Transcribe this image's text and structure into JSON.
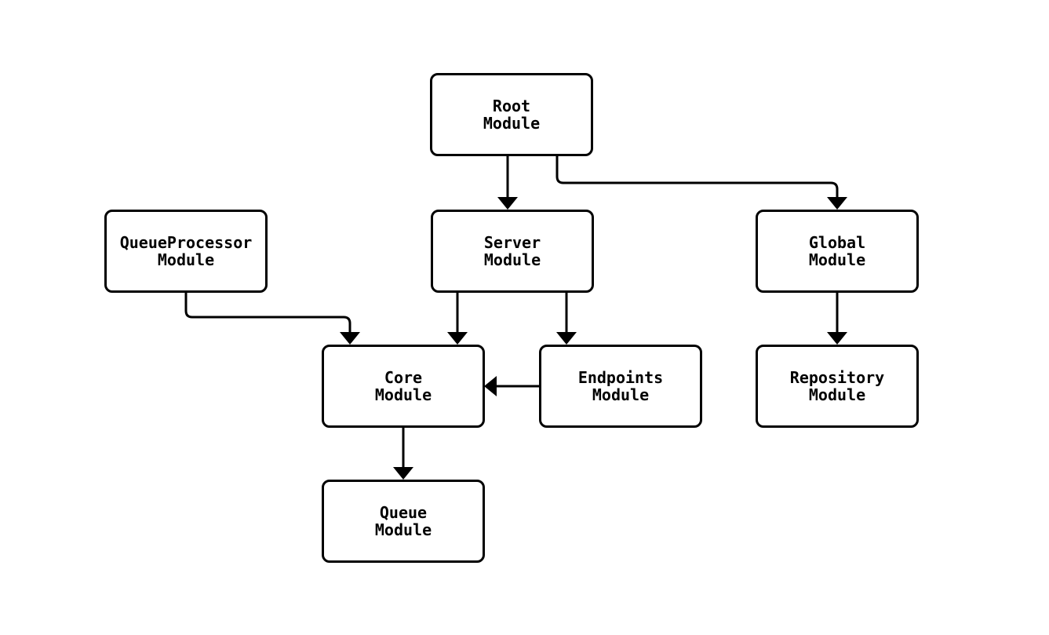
{
  "diagram": {
    "type": "module-dependency-flowchart",
    "nodes": [
      {
        "id": "root",
        "label": "Root\nModule"
      },
      {
        "id": "queueprocessor",
        "label": "QueueProcessor\nModule"
      },
      {
        "id": "server",
        "label": "Server\nModule"
      },
      {
        "id": "global",
        "label": "Global\nModule"
      },
      {
        "id": "core",
        "label": "Core\nModule"
      },
      {
        "id": "endpoints",
        "label": "Endpoints\nModule"
      },
      {
        "id": "repository",
        "label": "Repository\nModule"
      },
      {
        "id": "queue",
        "label": "Queue\nModule"
      }
    ],
    "edges": [
      {
        "from": "root",
        "to": "server"
      },
      {
        "from": "root",
        "to": "global"
      },
      {
        "from": "queueprocessor",
        "to": "core"
      },
      {
        "from": "server",
        "to": "core"
      },
      {
        "from": "server",
        "to": "endpoints"
      },
      {
        "from": "endpoints",
        "to": "core"
      },
      {
        "from": "global",
        "to": "repository"
      },
      {
        "from": "core",
        "to": "queue"
      }
    ],
    "colors": {
      "node_border": "#000000",
      "node_fill": "#ffffff",
      "edge": "#000000",
      "text": "#000000",
      "background": "#ffffff"
    }
  }
}
